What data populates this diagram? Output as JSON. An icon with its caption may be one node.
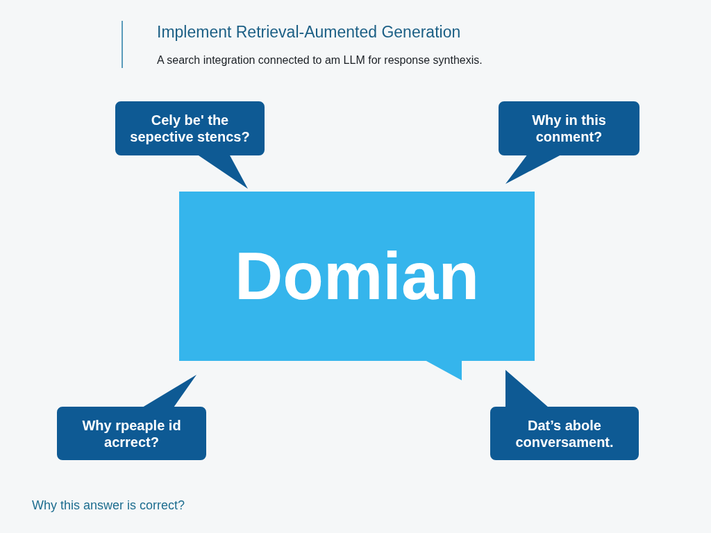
{
  "diagram": {
    "title": "Implement Retrieval-Aumented Generation",
    "nodes": [
      {
        "text": [
          "Cely be' the sepective stencs?"
        ]
      },
      {
        "text": [
          "Why in this conment?"
        ]
      },
      {
        "text": [
          "Domian"
        ]
      },
      {
        "text": [
          "Why rpeaple id acrrect?"
        ]
      },
      {
        "text": [
          "Dat’s abole conversament."
        ]
      }
    ],
    "labels": [
      "A search integration connected to am LLM for response synthexis.",
      "Why this answer is correct?"
    ]
  }
}
